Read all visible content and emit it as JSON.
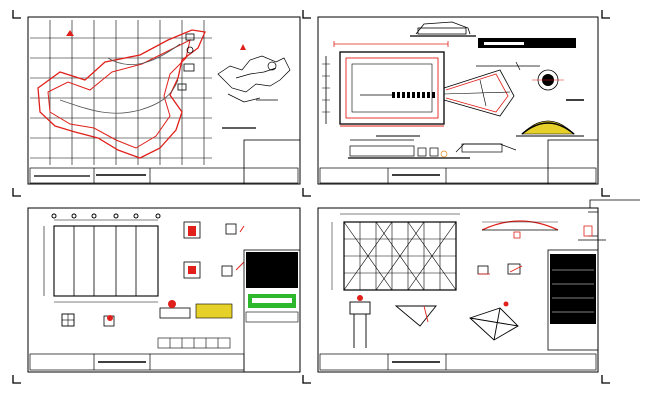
{
  "drawing": {
    "colors": {
      "background": "#ffffff",
      "line": "#000000",
      "red": "#e0201a",
      "gray": "#8a8a8a",
      "green": "#2eb82e",
      "yellow": "#e6d12a",
      "orange": "#e08a1a"
    },
    "sheets": [
      {
        "name": "site-plan-sheet"
      },
      {
        "name": "stadium-plan-sheet"
      },
      {
        "name": "roof-framing-sheet"
      },
      {
        "name": "truss-detail-sheet"
      }
    ]
  }
}
